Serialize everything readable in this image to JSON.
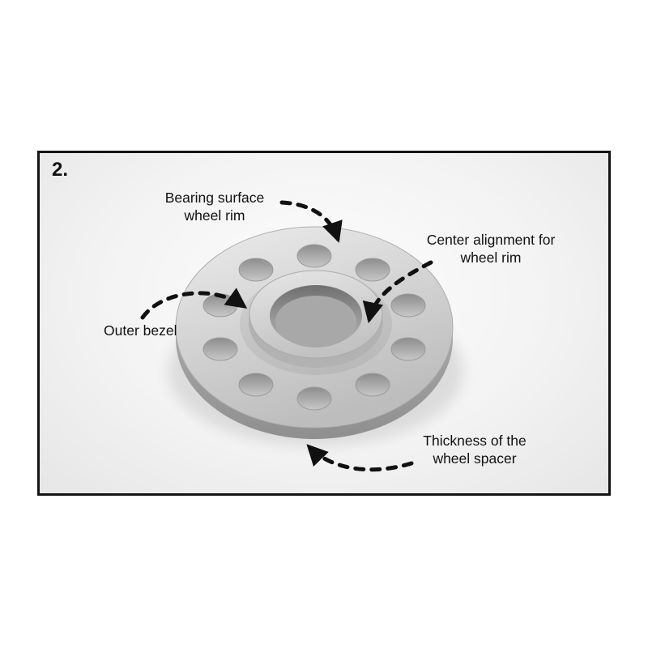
{
  "figure": {
    "step_number": "2.",
    "labels": {
      "bearing_surface": "Bearing surface\nwheel rim",
      "center_alignment": "Center alignment for\nwheel rim",
      "outer_bezel": "Outer bezel",
      "thickness": "Thickness of the\nwheel spacer"
    },
    "colors": {
      "frame_border": "#141414",
      "page_background": "#ffffff",
      "photo_background": "#f3f3f3",
      "spacer_light": "#e9e9e9",
      "spacer_mid": "#c6c6c6",
      "spacer_dark": "#8f8f8f",
      "annotation": "#111111"
    },
    "illustration": {
      "subject": "wheel-spacer",
      "bolt_hole_count": 10
    }
  }
}
